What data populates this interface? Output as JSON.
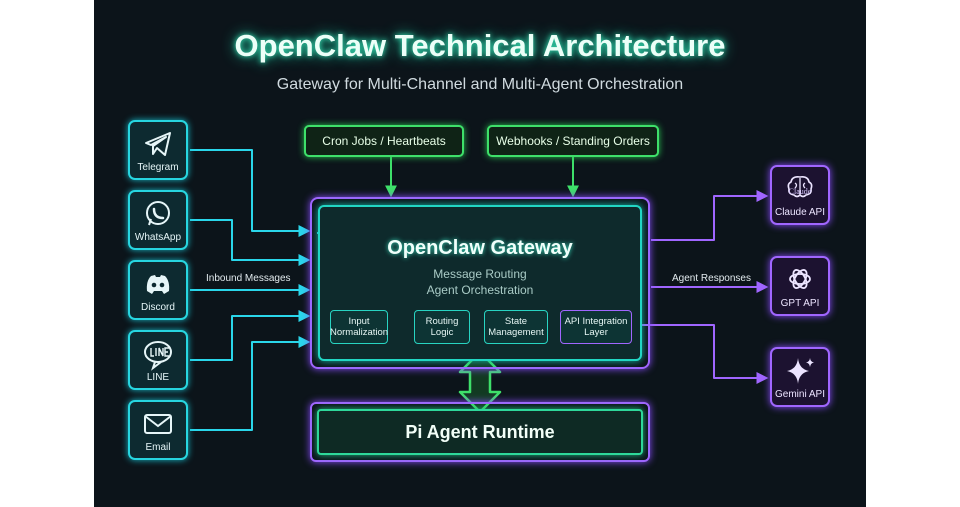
{
  "diagram": {
    "title": "OpenClaw Technical Architecture",
    "subtitle": "Gateway for Multi-Channel and Multi-Agent Orchestration",
    "channels": [
      {
        "label": "Telegram",
        "icon": "paper-plane-icon"
      },
      {
        "label": "WhatsApp",
        "icon": "whatsapp-phone-icon"
      },
      {
        "label": "Discord",
        "icon": "discord-controller-icon"
      },
      {
        "label": "LINE",
        "icon": "line-bubble-icon"
      },
      {
        "label": "Email",
        "icon": "envelope-icon"
      }
    ],
    "triggers": [
      {
        "label": "Cron Jobs / Heartbeats"
      },
      {
        "label": "Webhooks / Standing Orders"
      }
    ],
    "gateway": {
      "title": "OpenClaw Gateway",
      "subtitle_1": "Message Routing",
      "subtitle_2": "Agent Orchestration",
      "stages": [
        {
          "line1": "Input",
          "line2": "Normalization"
        },
        {
          "line1": "Routing",
          "line2": "Logic"
        },
        {
          "line1": "State",
          "line2": "Management"
        },
        {
          "line1": "API Integration",
          "line2": "Layer"
        }
      ]
    },
    "runtime": {
      "label": "Pi Agent Runtime"
    },
    "llms": [
      {
        "label": "Claude API",
        "logo_text": "Claude",
        "icon": "claude-brain-icon"
      },
      {
        "label": "GPT API",
        "icon": "openai-knot-icon"
      },
      {
        "label": "Gemini API",
        "icon": "gemini-sparkle-icon"
      }
    ],
    "edges": {
      "inbound": "Inbound Messages",
      "responses": "Agent Responses"
    },
    "colors": {
      "background": "#0c141a",
      "channel": "#27d6e0",
      "trigger": "#3ee06a",
      "gateway": "#22d6c4",
      "agent": "#a066ff",
      "runtime": "#2ed89a"
    }
  }
}
